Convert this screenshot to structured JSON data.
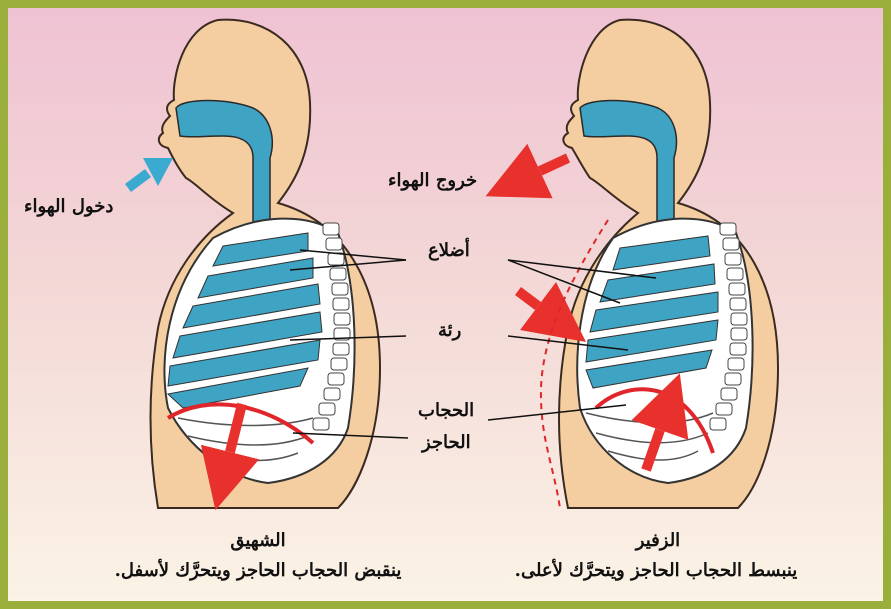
{
  "labels": {
    "air_in": "دخول الهواء",
    "air_out": "خروج الهواء",
    "ribs": "أضلاع",
    "lung": "رئة",
    "diaphragm_line1": "الحجاب",
    "diaphragm_line2": "الحاجز"
  },
  "captions": {
    "inhale_title": "الشهيق",
    "inhale_text": "ينقبض الحجاب الحاجز ويتحرَّك لأسفل.",
    "exhale_title": "الزفير",
    "exhale_text": "ينبسط الحجاب الحاجز ويتحرَّك لأعلى."
  },
  "colors": {
    "frame": "#9aae3c",
    "skin": "#f4ceA0",
    "airway": "#3fa3c3",
    "arrow_in": "#3aaad0",
    "arrow_red": "#e8302c",
    "diaphragm": "#e0262a"
  }
}
